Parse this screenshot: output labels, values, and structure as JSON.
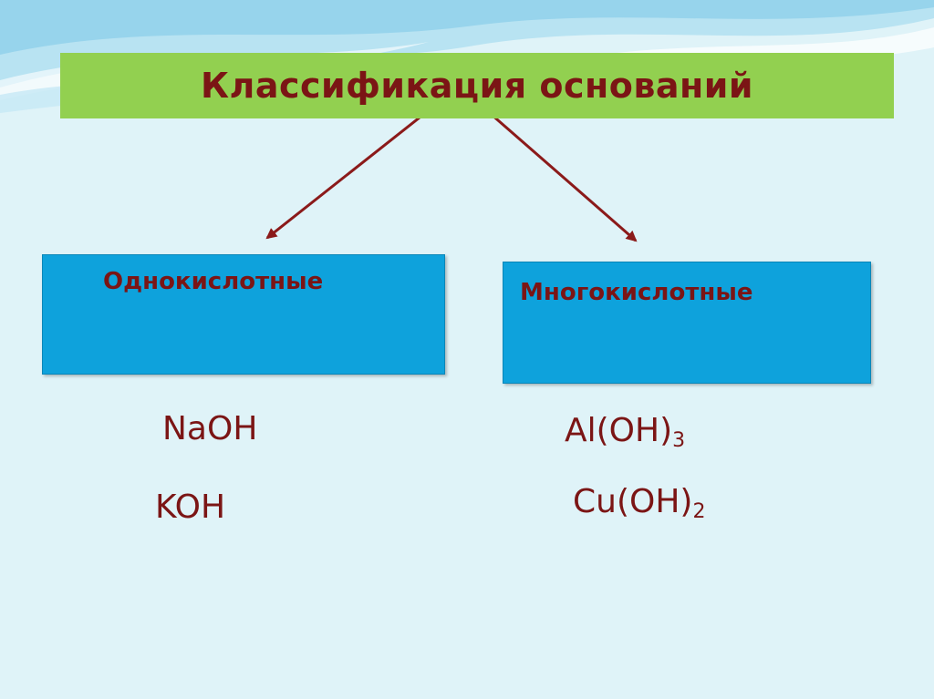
{
  "title": "Классификация оснований",
  "categories": [
    {
      "label": "Однокислотные",
      "formulas": [
        {
          "main": "NaOH",
          "sub": ""
        },
        {
          "main": "KOH",
          "sub": ""
        }
      ]
    },
    {
      "label": "Многокислотные",
      "formulas": [
        {
          "main": "Al(OH)",
          "sub": "3"
        },
        {
          "main": "Cu(OH)",
          "sub": "2"
        }
      ]
    }
  ],
  "colors": {
    "title_bg": "#92d050",
    "box_bg": "#0ea2dc",
    "text": "#7b1515",
    "arrow": "#8b1a1a",
    "background": "#dff3f8"
  }
}
